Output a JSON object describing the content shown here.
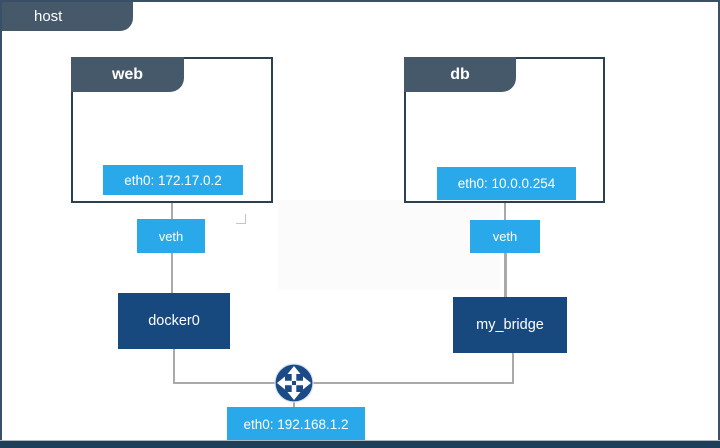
{
  "host": {
    "label": "host",
    "interface_label": "eth0: 192.168.1.2"
  },
  "containers": [
    {
      "name": "web",
      "interface": "eth0: 172.17.0.2",
      "veth": "veth",
      "bridge": "docker0"
    },
    {
      "name": "db",
      "interface": "eth0: 10.0.0.254",
      "veth": "veth",
      "bridge": "my_bridge"
    }
  ],
  "icons": {
    "router": "cross-arrows-router-icon"
  },
  "colors": {
    "accent_blue": "#29A9EA",
    "dark_navy": "#17497E",
    "slate_header": "#46596B",
    "connector_gray": "#A9A9A9",
    "frame_border": "#3A5066"
  }
}
